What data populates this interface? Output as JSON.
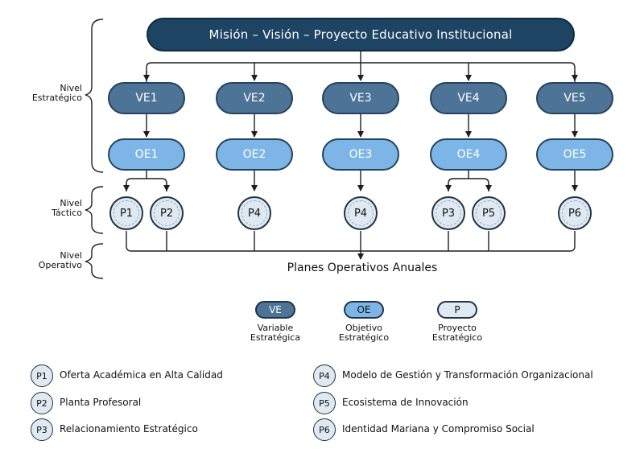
{
  "top": {
    "title": "Misión – Visión – Proyecto Educativo Institucional"
  },
  "levels": {
    "strategic": [
      "Nivel",
      "Estratégico"
    ],
    "tactical": [
      "Nivel",
      "Táctico"
    ],
    "operational": [
      "Nivel",
      "Operativo"
    ]
  },
  "variables": [
    "VE1",
    "VE2",
    "VE3",
    "VE4",
    "VE5"
  ],
  "objectives": [
    "OE1",
    "OE2",
    "OE3",
    "OE4",
    "OE5"
  ],
  "projects": [
    "P1",
    "P2",
    "P4",
    "P4",
    "P3",
    "P5",
    "P6"
  ],
  "bottom": {
    "label": "Planes Operativos Anuales"
  },
  "legend": [
    {
      "code": "VE",
      "lines": [
        "Variable",
        "Estratégica"
      ]
    },
    {
      "code": "OE",
      "lines": [
        "Objetivo",
        "Estratégico"
      ]
    },
    {
      "code": "P",
      "lines": [
        "Proyecto",
        "Estratégico"
      ]
    }
  ],
  "key": [
    {
      "code": "P1",
      "label": "Oferta Académica en Alta Calidad"
    },
    {
      "code": "P2",
      "label": "Planta Profesoral"
    },
    {
      "code": "P3",
      "label": "Relacionamiento Estratégico"
    },
    {
      "code": "P4",
      "label": "Modelo de Gestión y Transformación Organizacional"
    },
    {
      "code": "P5",
      "label": "Ecosistema de Innovación"
    },
    {
      "code": "P6",
      "label": "Identidad Mariana y Compromiso Social"
    }
  ],
  "colors": {
    "top": "#1d4463",
    "ve": "#4d7396",
    "oe": "#7db6e6",
    "project": "#dfe9f1",
    "line": "#1f1f1f"
  }
}
